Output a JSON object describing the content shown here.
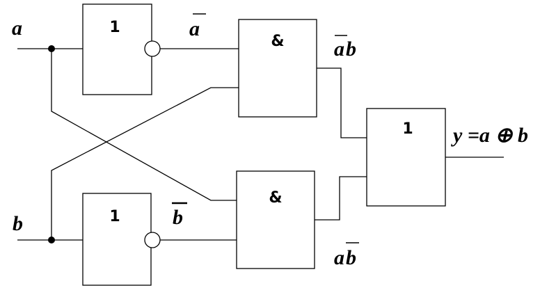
{
  "inputs": {
    "a": "a",
    "b": "b"
  },
  "gates": {
    "not_a": "1",
    "not_b": "1",
    "and_top": "&",
    "and_bottom": "&",
    "or_out": "1"
  },
  "signals": {
    "not_a": "a",
    "not_b": "b",
    "and_top_first": "a",
    "and_top_second": "b",
    "and_bottom_first": "a",
    "and_bottom_second": "b",
    "output": "y =a ⊕ b"
  }
}
